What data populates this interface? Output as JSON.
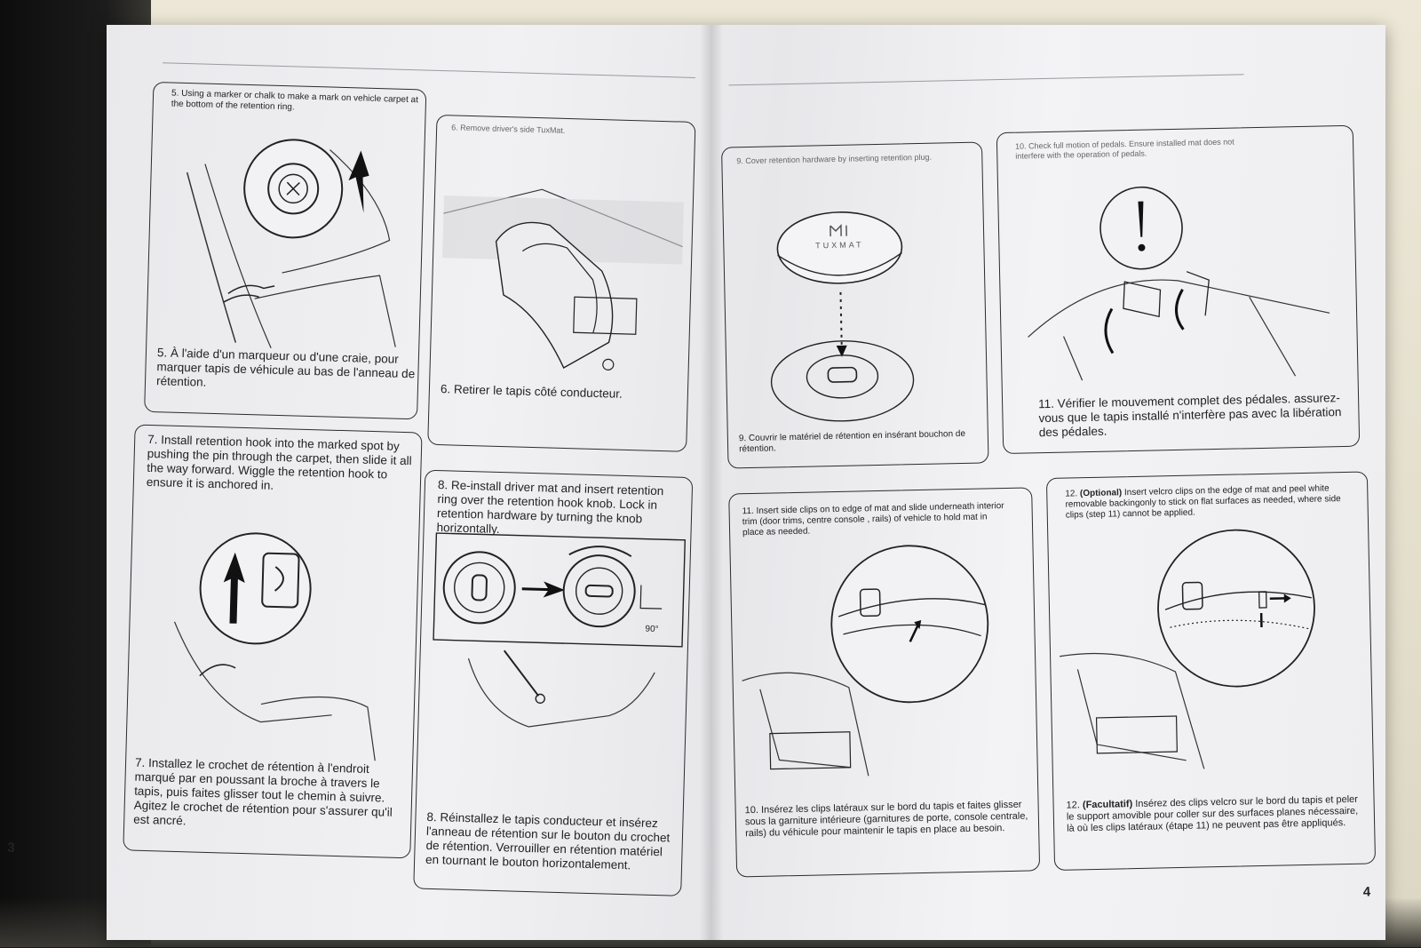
{
  "brand": "TUXMAT",
  "angle_label": "90°",
  "page_numbers": {
    "left": "3",
    "right": "4"
  },
  "steps": {
    "s5": {
      "en": "5. Using a marker or chalk to make a mark on vehicle carpet at the bottom of the retention ring.",
      "fr": "5. À l'aide d'un marqueur ou d'une craie, pour marquer tapis de véhicule au bas de l'anneau de rétention."
    },
    "s6": {
      "en": "6. Remove driver's side TuxMat.",
      "fr": "6. Retirer le tapis côté conducteur."
    },
    "s7": {
      "en": "7. Install retention hook into the marked spot by pushing the pin through the carpet, then slide it all the way forward. Wiggle the retention hook to ensure it is anchored in.",
      "fr": "7. Installez le crochet de rétention à l'endroit marqué par en poussant la broche à travers le tapis, puis faites glisser tout le chemin à suivre. Agitez le crochet de rétention pour s'assurer qu'il est ancré."
    },
    "s8": {
      "en": "8. Re-install driver mat and insert retention ring over the retention hook knob. Lock in retention hardware by turning the knob horizontally.",
      "fr": "8. Réinstallez le tapis conducteur et insérez l'anneau de rétention sur le bouton du crochet de rétention. Verrouiller en rétention matériel en tournant le bouton horizontalement."
    },
    "s9": {
      "en": "9. Cover retention hardware by inserting retention plug.",
      "fr": "9. Couvrir le matériel de rétention en insérant bouchon de rétention."
    },
    "s10": {
      "en": "10. Check full motion of pedals. Ensure installed mat does not interfere with the operation of pedals.",
      "fr": "10. Insérez les clips latéraux sur le bord du tapis et faites glisser sous la garniture intérieure (garnitures de porte, console centrale, rails) du véhicule pour maintenir le tapis en place au besoin."
    },
    "s11": {
      "en": "11. Insert side clips on to edge of mat and slide underneath interior trim (door trims, centre console , rails) of vehicle to hold mat in place as needed.",
      "fr": "11. Vérifier le mouvement complet des pédales. assurez-vous que le tapis installé n'interfère pas avec la libération des pédales."
    },
    "s12": {
      "num": "12.",
      "opt": "(Optional)",
      "en_rest": " Insert velcro clips on the edge of mat and peel white removable backingonly  to stick on flat surfaces as needed, where side clips (step 11) cannot be applied.",
      "fr_num": "12.",
      "fr_opt": "(Facultatif)",
      "fr_rest": " Insérez des clips velcro sur le bord du tapis et peler le support amovible pour coller sur des surfaces planes nécessaire, là où les clips latéraux (étape 11) ne peuvent pas être appliqués."
    }
  }
}
